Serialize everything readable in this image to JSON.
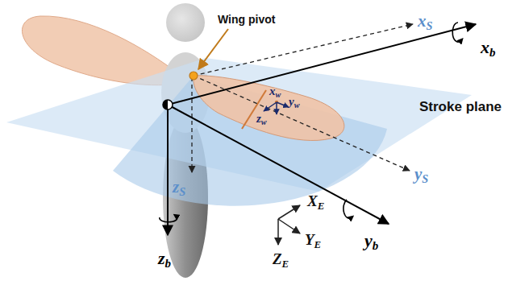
{
  "diagram": {
    "labels": [
      "Wing pivot",
      "xS",
      "yS",
      "zS",
      "xb",
      "yb",
      "zb",
      "xw",
      "yw",
      "zw",
      "Stroke plane",
      "XE",
      "YE",
      "ZE"
    ]
  }
}
